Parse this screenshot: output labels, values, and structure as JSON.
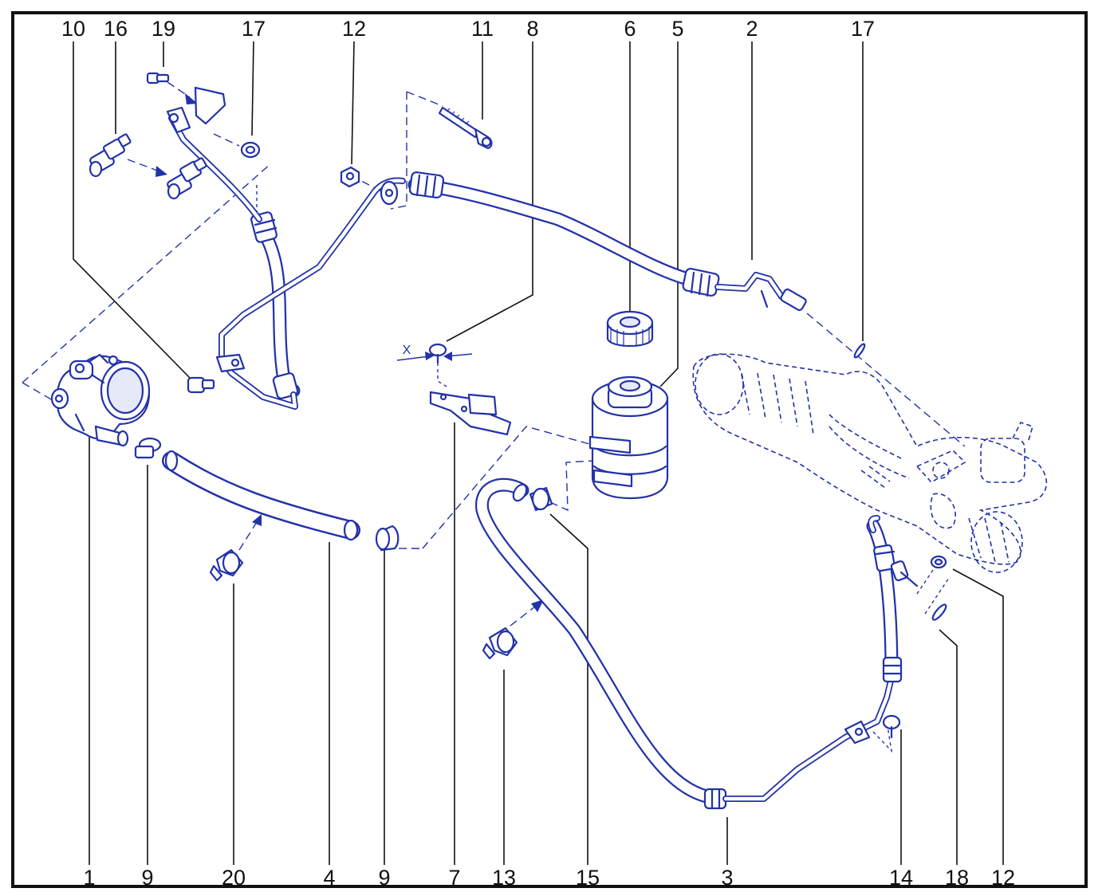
{
  "labels_top": [
    "10",
    "16",
    "19",
    "17",
    "12",
    "11",
    "8",
    "6",
    "5",
    "2",
    "17"
  ],
  "labels_bottom": [
    "1",
    "9",
    "20",
    "4",
    "9",
    "7",
    "13",
    "15",
    "3",
    "14",
    "18",
    "12"
  ],
  "dimension_mark": "X",
  "colors": {
    "line": "#2232a8",
    "text": "#111111",
    "frame": "#111111"
  }
}
